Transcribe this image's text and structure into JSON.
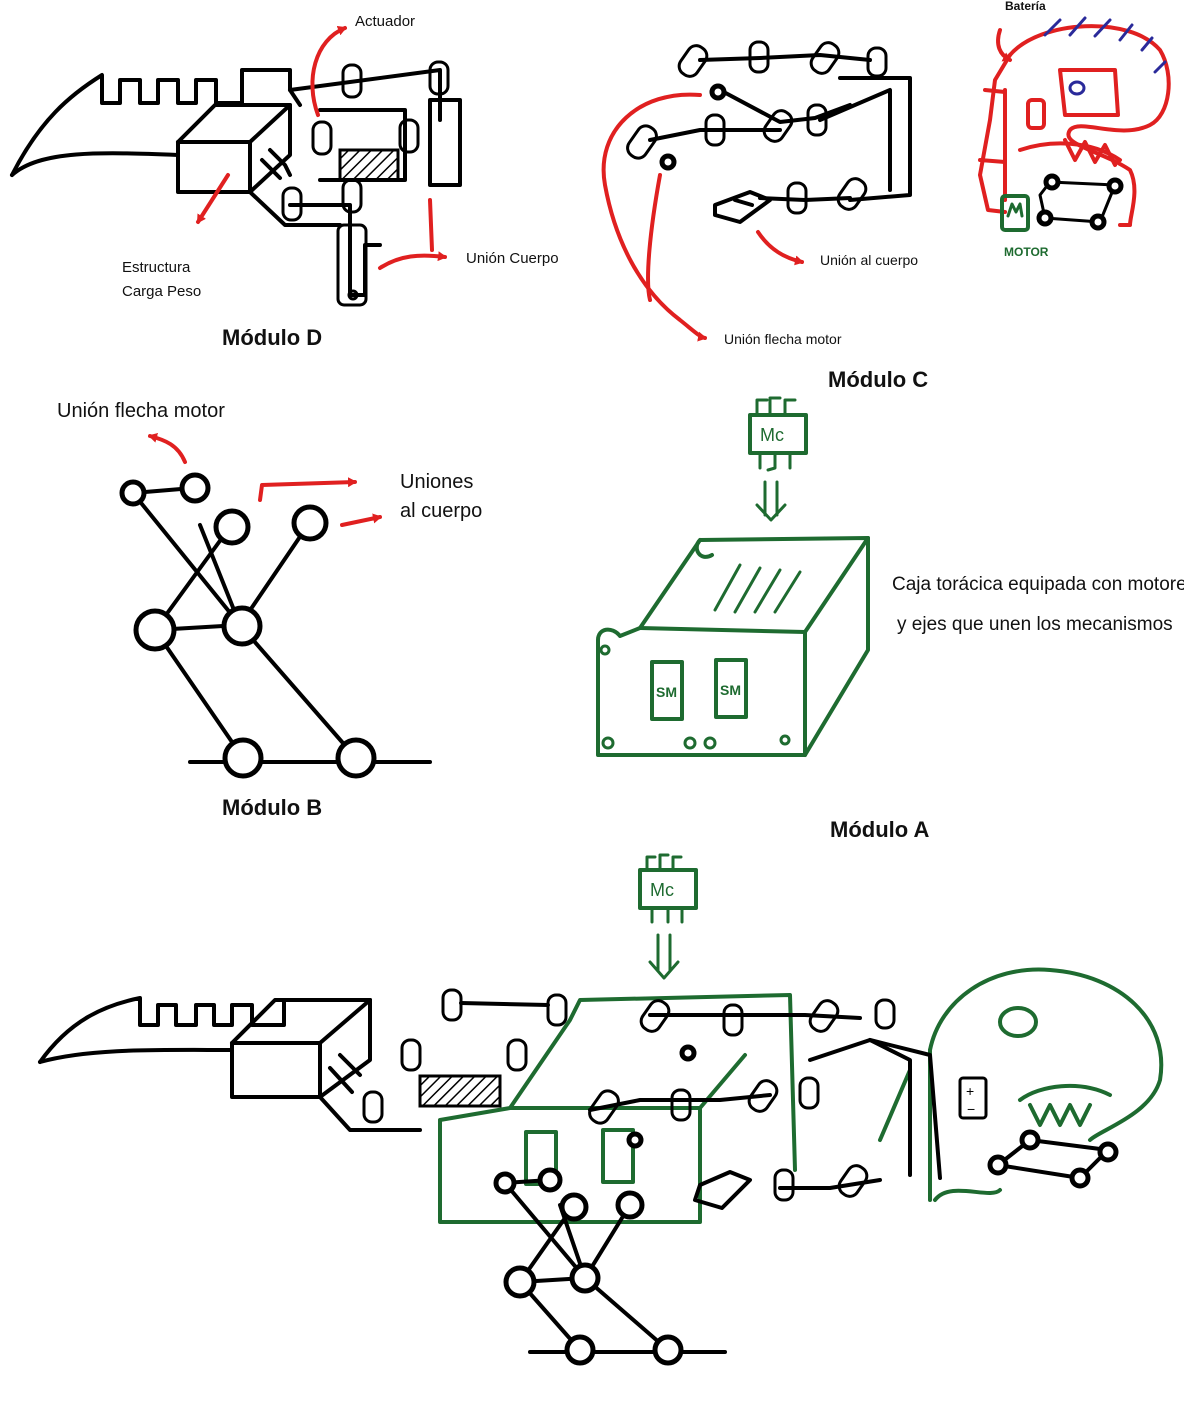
{
  "modules": {
    "d": {
      "title": "Módulo D",
      "actuador": "Actuador",
      "estructura_1": "Estructura",
      "estructura_2": "Carga Peso",
      "union_cuerpo": "Unión Cuerpo"
    },
    "c": {
      "title": "Módulo C",
      "bateria": "Batería",
      "union_al_cuerpo": "Unión al cuerpo",
      "union_flecha_motor": "Unión flecha motor",
      "motor": "MOTOR"
    },
    "b": {
      "title": "Módulo B",
      "union_flecha_motor": "Unión flecha motor",
      "uniones_1": "Uniones",
      "uniones_2": "al cuerpo"
    },
    "a": {
      "title": "Módulo A",
      "caja_1": "Caja torácica equipada con motores",
      "caja_2": "y ejes que unen los mecanismos",
      "chip": "Mc",
      "sm": "SM"
    }
  },
  "colors": {
    "ink": "#000000",
    "annotation": "#e02020",
    "module_a": "#1e6b30",
    "battery_stripes": "#2a2a9a"
  }
}
